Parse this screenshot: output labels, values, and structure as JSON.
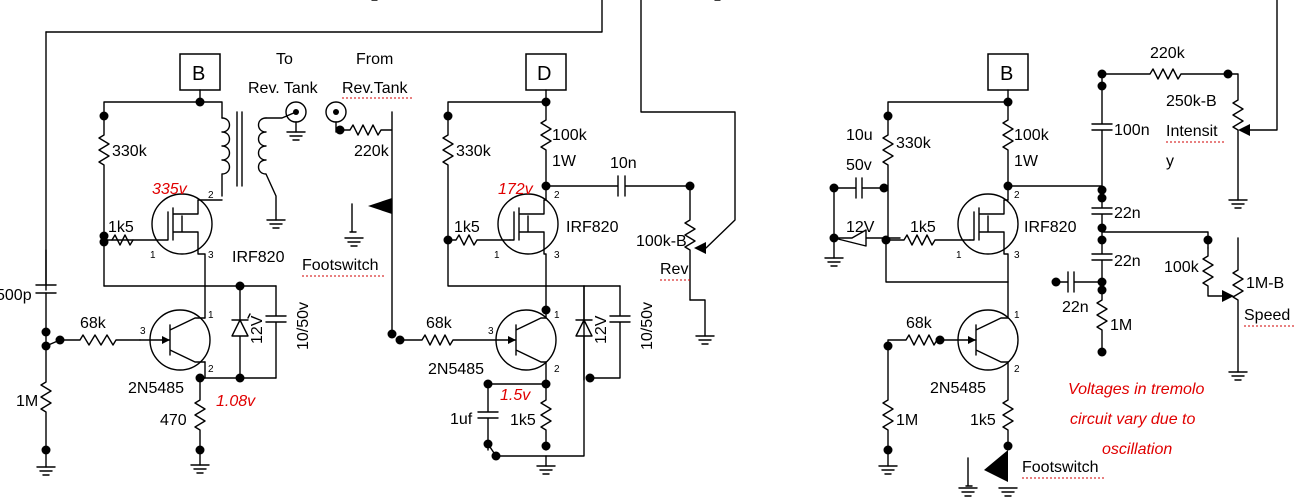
{
  "circuit1": {
    "rail": "B",
    "cap_in": "500p",
    "r_gnd": "1M",
    "r_gate": "68k",
    "jfet": "2N5485",
    "r_source": "470",
    "v_source": "1.08v",
    "zener": "12V",
    "cap_src": "10/50v",
    "mosfet": "IRF820",
    "r_bias": "330k",
    "r_gate2": "1k5",
    "v_drain": "335v",
    "to_label": [
      "To",
      "Rev. Tank"
    ],
    "from_label": [
      "From",
      "Rev.Tank"
    ],
    "r_return": "220k",
    "footswitch": "Footswitch"
  },
  "circuit2": {
    "rail": "D",
    "r_bias": "330k",
    "r_drain": [
      "100k",
      "1W"
    ],
    "cap_out": "10n",
    "pot": [
      "100k-B",
      "Rev"
    ],
    "v_drain": "172v",
    "r_gate2": "1k5",
    "mosfet": "IRF820",
    "r_gate": "68k",
    "jfet": "2N5485",
    "v_source": "1.5v",
    "zener": "12V",
    "cap_src": "10/50v",
    "cap_bypass": "1uf",
    "r_source": "1k5"
  },
  "circuit3": {
    "rail": "B",
    "cap_in": [
      "10u",
      "50v"
    ],
    "r_bias": "330k",
    "zener": "12V",
    "r_gate2": "1k5",
    "mosfet": "IRF820",
    "r_drain": [
      "100k",
      "1W"
    ],
    "cap_a": "100n",
    "cap_b": "22n",
    "cap_c": "22n",
    "cap_d": "22n",
    "r_shunt": "1M",
    "r_top": "220k",
    "pot_intensity": [
      "250k-B",
      "Intensit",
      "y"
    ],
    "r_speed": "100k",
    "pot_speed": [
      "1M-B",
      "Speed"
    ],
    "r_gate": "68k",
    "jfet": "2N5485",
    "r_gnd": "1M",
    "r_source": "1k5",
    "footswitch": "Footswitch",
    "note": [
      "Voltages in tremolo",
      "circuit vary due to",
      "oscillation"
    ]
  },
  "pins": {
    "one": "1",
    "two": "2",
    "three": "3"
  }
}
